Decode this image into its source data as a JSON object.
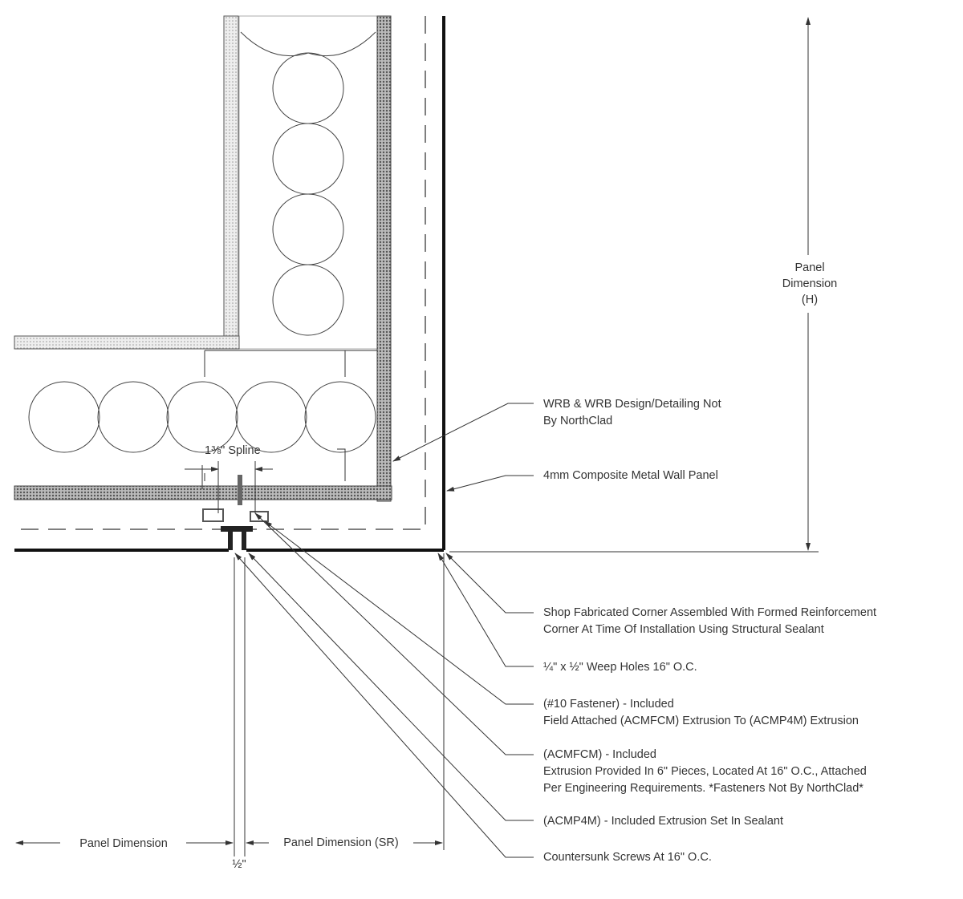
{
  "dimensions": {
    "height_label": [
      "Panel",
      "Dimension",
      "(H)"
    ],
    "panel_dimension": "Panel Dimension",
    "panel_dimension_sr": "Panel Dimension (SR)",
    "joint_gap": "½\"",
    "spline": "1⅜\" Spline"
  },
  "callouts": [
    {
      "lines": [
        "WRB & WRB Design/Detailing Not",
        "By NorthClad"
      ]
    },
    {
      "lines": [
        "4mm Composite Metal Wall Panel"
      ]
    },
    {
      "lines": [
        "Shop Fabricated Corner Assembled With Formed Reinforcement",
        "Corner At Time Of Installation Using Structural Sealant"
      ]
    },
    {
      "lines": [
        "¼\" x ½\" Weep Holes 16\" O.C."
      ]
    },
    {
      "lines": [
        "(#10 Fastener) - Included",
        "Field Attached (ACMFCM) Extrusion To (ACMP4M) Extrusion"
      ]
    },
    {
      "lines": [
        "(ACMFCM) - Included",
        "Extrusion Provided In 6\" Pieces, Located At 16\" O.C., Attached",
        "Per Engineering Requirements. *Fasteners Not By NorthClad*"
      ]
    },
    {
      "lines": [
        "(ACMP4M) - Included Extrusion Set In Sealant"
      ]
    },
    {
      "lines": [
        "Countersunk Screws At 16\" O.C."
      ]
    }
  ]
}
